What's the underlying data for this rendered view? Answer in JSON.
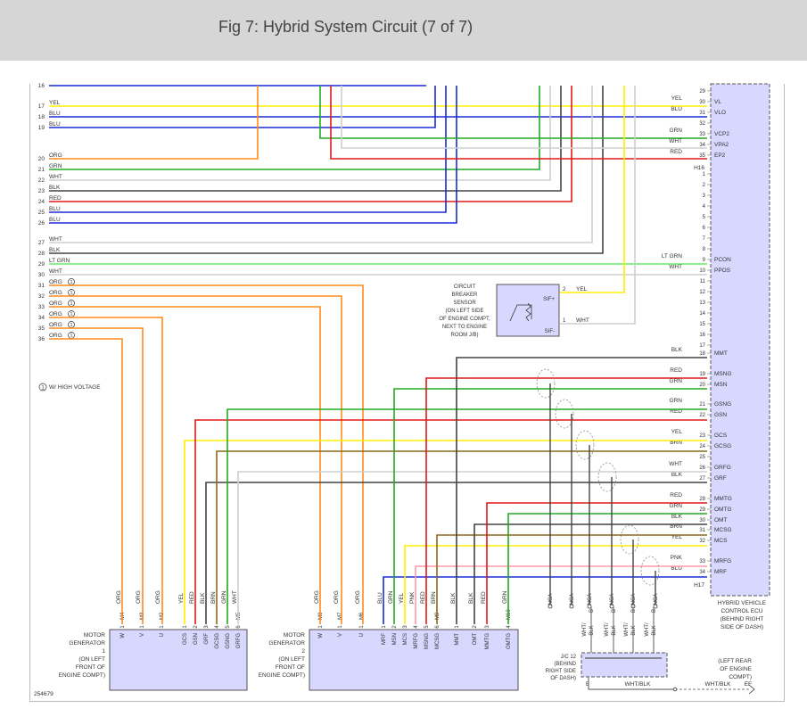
{
  "header": {
    "title": "Fig 7: Hybrid System Circuit (7 of 7)"
  },
  "colors": {
    "YEL": "#ffee00",
    "BLU": "#1a2bd6",
    "ORG": "#ff8c1a",
    "GRN": "#22aa22",
    "WHT": "#cfcfcf",
    "BLK": "#444444",
    "RED": "#e01818",
    "BRN": "#8a6a1a",
    "LT GRN": "#66ee66",
    "PNK": "#ff9aaa",
    "WHT/BLK": "#777777",
    "box_fill": "#d8d8ff",
    "box_stroke": "#555555",
    "ecu_fill": "#d8d8ff"
  },
  "left_pins": [
    {
      "num": "16",
      "color": "",
      "wire": "BLU"
    },
    {
      "num": "17",
      "color": "YEL",
      "wire": "YEL"
    },
    {
      "num": "18",
      "color": "BLU",
      "wire": "BLU"
    },
    {
      "num": "19",
      "color": "BLU",
      "wire": "BLU"
    },
    {
      "num": "20",
      "color": "ORG",
      "wire": "ORG"
    },
    {
      "num": "21",
      "color": "GRN",
      "wire": "GRN"
    },
    {
      "num": "22",
      "color": "WHT",
      "wire": "WHT"
    },
    {
      "num": "23",
      "color": "BLK",
      "wire": "BLK"
    },
    {
      "num": "24",
      "color": "RED",
      "wire": "RED"
    },
    {
      "num": "25",
      "color": "BLU",
      "wire": "BLU"
    },
    {
      "num": "26",
      "color": "BLU",
      "wire": "BLU"
    },
    {
      "num": "27",
      "color": "WHT",
      "wire": "WHT"
    },
    {
      "num": "28",
      "color": "BLK",
      "wire": "BLK"
    },
    {
      "num": "29",
      "color": "LT GRN",
      "wire": "LT GRN"
    },
    {
      "num": "30",
      "color": "WHT",
      "wire": "WHT"
    },
    {
      "num": "31",
      "color": "ORG",
      "wire": "ORG",
      "note": "1"
    },
    {
      "num": "32",
      "color": "ORG",
      "wire": "ORG",
      "note": "1"
    },
    {
      "num": "33",
      "color": "ORG",
      "wire": "ORG",
      "note": "1"
    },
    {
      "num": "34",
      "color": "ORG",
      "wire": "ORG",
      "note": "1"
    },
    {
      "num": "35",
      "color": "ORG",
      "wire": "ORG",
      "note": "1"
    },
    {
      "num": "36",
      "color": "ORG",
      "wire": "ORG",
      "note": "1"
    }
  ],
  "legend_note": "W/ HIGH VOLTAGE",
  "legend_note_num": "1",
  "ecu": {
    "label": [
      "HYBRID VEHICLE",
      "CONTROL ECU",
      "(BEHIND RIGHT",
      "SIDE OF DASH)"
    ],
    "connectors": [
      "H16",
      "H17"
    ],
    "pins": [
      {
        "num": "29",
        "sig": "",
        "color": ""
      },
      {
        "num": "30",
        "sig": "VL",
        "color": "YEL"
      },
      {
        "num": "31",
        "sig": "VLO",
        "color": "BLU"
      },
      {
        "num": "32",
        "sig": "",
        "color": ""
      },
      {
        "num": "33",
        "sig": "VCP2",
        "color": "GRN"
      },
      {
        "num": "34",
        "sig": "VPA2",
        "color": "WHT"
      },
      {
        "num": "35",
        "sig": "EP2",
        "color": "RED"
      },
      {
        "num": "1",
        "sig": "",
        "color": ""
      },
      {
        "num": "2",
        "sig": "",
        "color": ""
      },
      {
        "num": "3",
        "sig": "",
        "color": ""
      },
      {
        "num": "4",
        "sig": "",
        "color": ""
      },
      {
        "num": "5",
        "sig": "",
        "color": ""
      },
      {
        "num": "6",
        "sig": "",
        "color": ""
      },
      {
        "num": "7",
        "sig": "",
        "color": ""
      },
      {
        "num": "8",
        "sig": "",
        "color": ""
      },
      {
        "num": "9",
        "sig": "PCON",
        "color": "LT GRN"
      },
      {
        "num": "10",
        "sig": "PPOS",
        "color": "WHT"
      },
      {
        "num": "11",
        "sig": "",
        "color": ""
      },
      {
        "num": "12",
        "sig": "",
        "color": ""
      },
      {
        "num": "13",
        "sig": "",
        "color": ""
      },
      {
        "num": "14",
        "sig": "",
        "color": ""
      },
      {
        "num": "15",
        "sig": "",
        "color": ""
      },
      {
        "num": "16",
        "sig": "",
        "color": ""
      },
      {
        "num": "17",
        "sig": "",
        "color": ""
      },
      {
        "num": "18",
        "sig": "MMT",
        "color": "BLK"
      },
      {
        "num": "19",
        "sig": "MSNG",
        "color": "RED"
      },
      {
        "num": "20",
        "sig": "MSN",
        "color": "GRN"
      },
      {
        "num": "21",
        "sig": "GSNG",
        "color": "GRN"
      },
      {
        "num": "22",
        "sig": "GSN",
        "color": "RED"
      },
      {
        "num": "23",
        "sig": "GCS",
        "color": "YEL"
      },
      {
        "num": "24",
        "sig": "GCSG",
        "color": "BRN"
      },
      {
        "num": "25",
        "sig": "",
        "color": ""
      },
      {
        "num": "26",
        "sig": "GRFG",
        "color": "WHT"
      },
      {
        "num": "27",
        "sig": "GRF",
        "color": "BLK"
      },
      {
        "num": "28",
        "sig": "MMTG",
        "color": "RED"
      },
      {
        "num": "29",
        "sig": "OMTG",
        "color": "GRN"
      },
      {
        "num": "30",
        "sig": "OMT",
        "color": "BLK"
      },
      {
        "num": "31",
        "sig": "MCSG",
        "color": "BRN"
      },
      {
        "num": "32",
        "sig": "MCS",
        "color": "YEL"
      },
      {
        "num": "33",
        "sig": "MRFG",
        "color": "PNK"
      },
      {
        "num": "34",
        "sig": "MRF",
        "color": "BLU"
      }
    ]
  },
  "sensor": {
    "label": [
      "CIRCUIT",
      "BREAKER",
      "SENSOR",
      "(ON LEFT SIDE",
      "OF ENGINE COMPT,",
      "NEXT TO ENGINE",
      "ROOM J/B)"
    ],
    "pins": [
      {
        "num": "2",
        "sig": "SIF+",
        "color": "YEL"
      },
      {
        "num": "1",
        "sig": "SIF-",
        "color": "WHT"
      }
    ]
  },
  "mg1": {
    "label": [
      "MOTOR",
      "GENERATOR",
      "1",
      "(ON LEFT",
      "FRONT OF",
      "ENGINE COMPT)"
    ],
    "pins": [
      {
        "num": "1",
        "conn": "M4",
        "sig": "W",
        "color": "ORG"
      },
      {
        "num": "1",
        "conn": "M3",
        "sig": "V",
        "color": "ORG"
      },
      {
        "num": "1",
        "conn": "M2",
        "sig": "U",
        "color": "ORG"
      },
      {
        "num": "1",
        "conn": "",
        "sig": "GCS",
        "color": "YEL"
      },
      {
        "num": "2",
        "conn": "",
        "sig": "GSN",
        "color": "RED"
      },
      {
        "num": "3",
        "conn": "",
        "sig": "GRF",
        "color": "BLK"
      },
      {
        "num": "4",
        "conn": "",
        "sig": "GCSG",
        "color": "BRN"
      },
      {
        "num": "5",
        "conn": "",
        "sig": "GSNG",
        "color": "GRN"
      },
      {
        "num": "6",
        "conn": "M5",
        "sig": "GRFG",
        "color": "WHT"
      }
    ]
  },
  "mg2": {
    "label": [
      "MOTOR",
      "GENERATOR",
      "2",
      "(ON LEFT",
      "FRONT OF",
      "ENGINE COMPT)"
    ],
    "pins": [
      {
        "num": "1",
        "conn": "M8",
        "sig": "W",
        "color": "ORG"
      },
      {
        "num": "1",
        "conn": "M7",
        "sig": "V",
        "color": "ORG"
      },
      {
        "num": "1",
        "conn": "M6",
        "sig": "U",
        "color": "ORG"
      },
      {
        "num": "1",
        "conn": "",
        "sig": "MRF",
        "color": "BLU"
      },
      {
        "num": "2",
        "conn": "",
        "sig": "MSN",
        "color": "GRN"
      },
      {
        "num": "3",
        "conn": "",
        "sig": "MCS",
        "color": "YEL"
      },
      {
        "num": "4",
        "conn": "",
        "sig": "MRFG",
        "color": "PNK"
      },
      {
        "num": "5",
        "conn": "",
        "sig": "MSNG",
        "color": "RED"
      },
      {
        "num": "6",
        "conn": "M9",
        "sig": "MCSG",
        "color": "BRN"
      },
      {
        "num": "1",
        "conn": "",
        "sig": "MMT",
        "color": "BLK"
      },
      {
        "num": "2",
        "conn": "",
        "sig": "OMT",
        "color": "BLK"
      },
      {
        "num": "3",
        "conn": "",
        "sig": "MMTG",
        "color": "RED"
      },
      {
        "num": "4",
        "conn": "M10",
        "sig": "OMTG",
        "color": "GRN"
      }
    ]
  },
  "nca_labels": [
    "NCA",
    "NCA",
    "NCA",
    "NCA",
    "NCA",
    "NCA"
  ],
  "jc12": {
    "label": [
      "J/C 12",
      "(BEHIND",
      "RIGHT SIDE",
      "OF DASH)"
    ],
    "pin_letter": "B",
    "wire": "WHT/BLK"
  },
  "ground": {
    "label": [
      "(LEFT REAR",
      "OF ENGINE",
      "COMPT)"
    ],
    "code": "EF",
    "wire": "WHT/BLK"
  },
  "fig_number": "254679"
}
